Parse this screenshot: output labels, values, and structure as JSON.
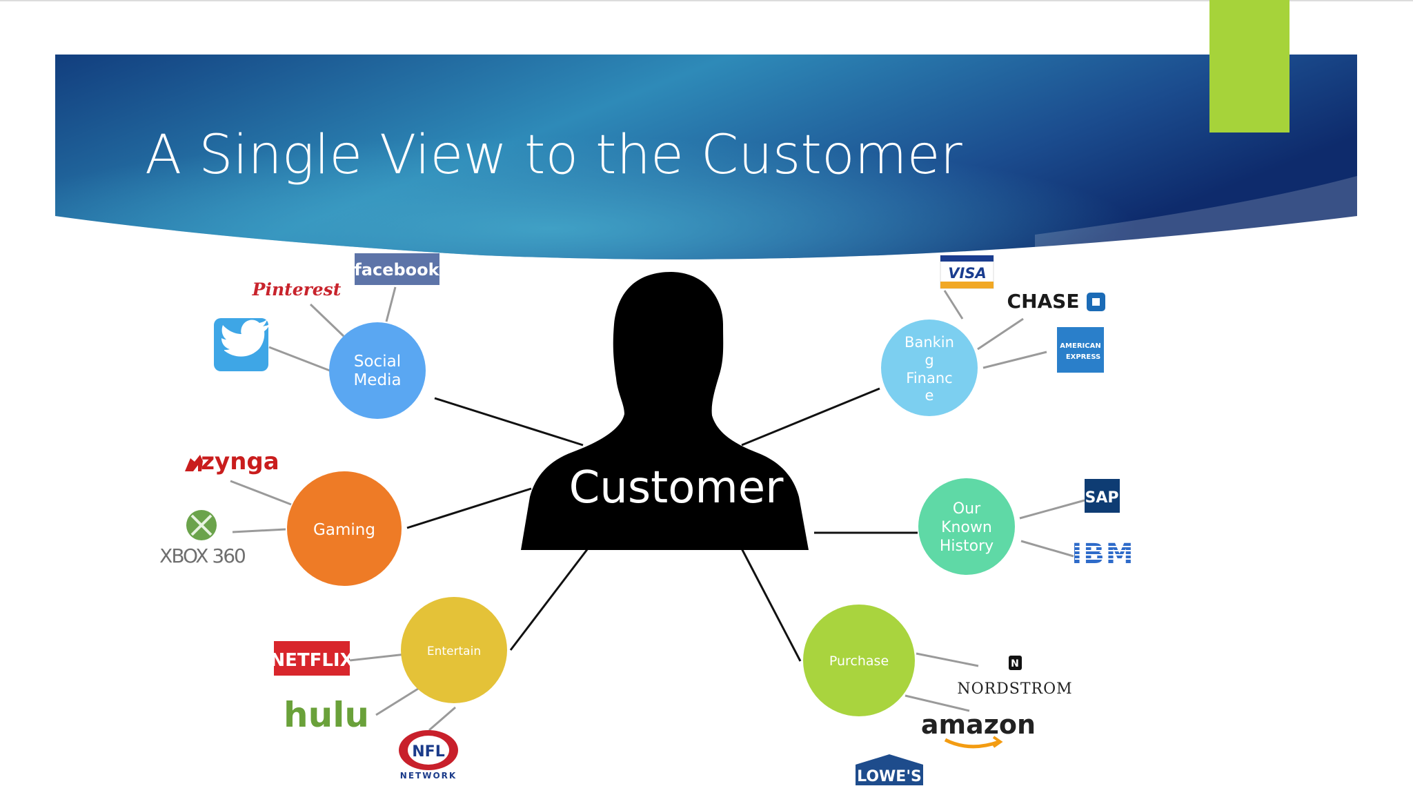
{
  "slide": {
    "title": "A Single View to the Customer",
    "accent_color": "#A6D33A",
    "banner_colors": [
      "#0C2C70",
      "#2F86B4"
    ]
  },
  "hub": {
    "label": "Customer",
    "icon": "person-silhouette-icon"
  },
  "nodes": {
    "social": {
      "lines": [
        "Social",
        "Media"
      ],
      "color": "#5AA7F2"
    },
    "banking": {
      "lines": [
        "Bankin",
        "g",
        "Financ",
        "e"
      ],
      "color": "#7CCFF0"
    },
    "gaming": {
      "lines": [
        "Gaming"
      ],
      "color": "#EE7B26"
    },
    "history": {
      "lines": [
        "Our",
        "Known",
        "History"
      ],
      "color": "#5FD9A6"
    },
    "entertain": {
      "lines": [
        "Entertain"
      ],
      "color": "#E4C238"
    },
    "purchase": {
      "lines": [
        "Purchase"
      ],
      "color": "#A9D43E"
    }
  },
  "logos": {
    "facebook": "facebook",
    "pinterest": "Pinterest",
    "twitter_icon": "twitter-bird-icon",
    "visa": "VISA",
    "chase": "CHASE",
    "amex": [
      "AMERICAN",
      "EXPRESS"
    ],
    "zynga": "zynga",
    "xbox": "XBOX 360",
    "sap": "SAP",
    "ibm": "IBM",
    "netflix": "NETFLIX",
    "hulu": "hulu",
    "nfl": "NFL",
    "nfl_network": "NETWORK",
    "nordstrom_badge": "N",
    "nordstrom": "NORDSTROM",
    "amazon": "amazon",
    "lowes": "LOWE'S"
  }
}
